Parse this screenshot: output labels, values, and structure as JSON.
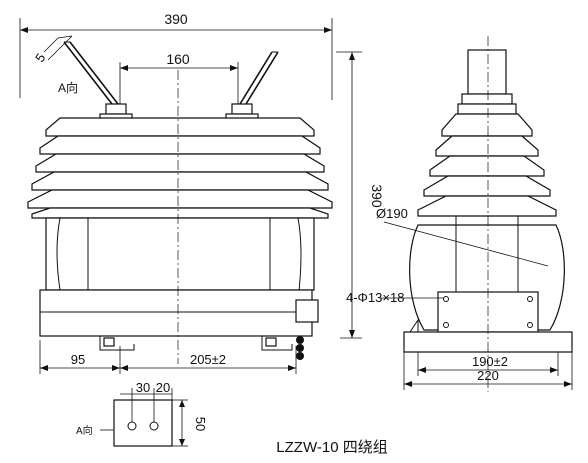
{
  "dimensions": {
    "overall_width": "390",
    "overall_height": "390",
    "terminal_spacing": "160",
    "terminal_angle_offset": "5",
    "base_offset": "95",
    "mount_spacing_front": "205±2",
    "insulator_diameter": "Ø190",
    "mount_holes": "4-Φ13×18",
    "mount_spacing_side": "190±2",
    "base_width_side": "220",
    "terminal_hole_spacing": "30",
    "terminal_edge": "20",
    "terminal_height": "50"
  },
  "labels": {
    "direction_a_top": "A向",
    "direction_a_bottom": "A向",
    "model_caption": "LZZW-10 四绕组"
  }
}
